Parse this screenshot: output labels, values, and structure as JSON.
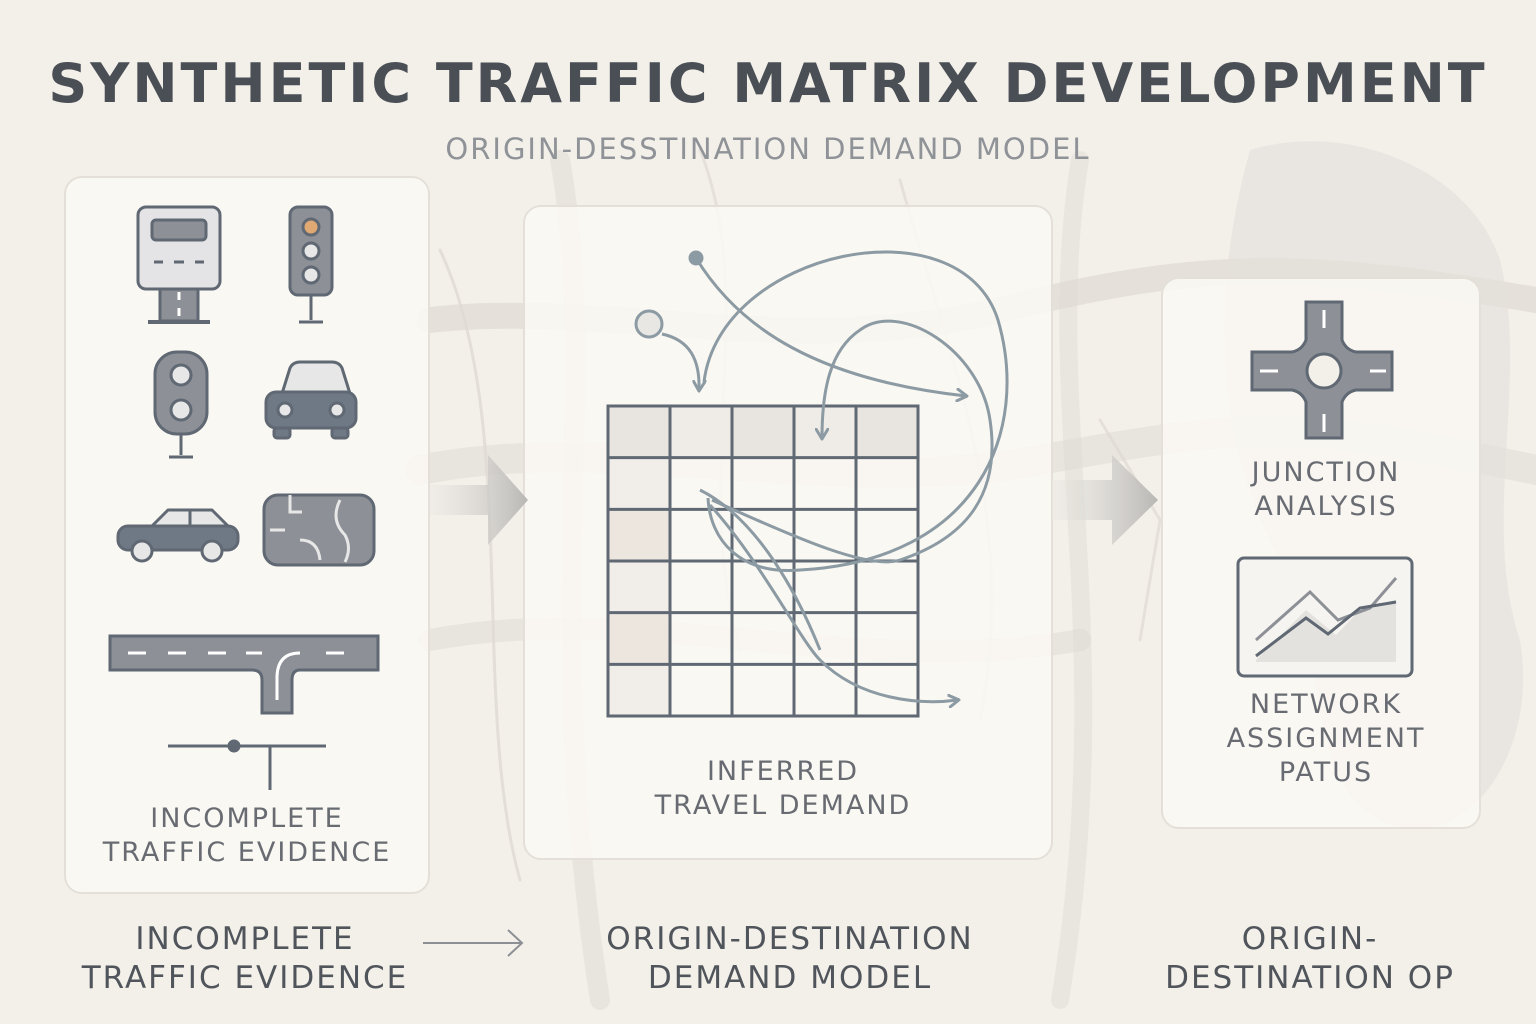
{
  "header": {
    "title": "SYNTHETIC TRAFFIC MATRIX DEVELOPMENT",
    "subtitle": "ORIGIN-DESSTINATION DEMAND MODEL"
  },
  "panels": {
    "left": {
      "label_line1": "INCOMPLETE",
      "label_line2": "TRAFFIC EVIDENCE",
      "icons": [
        "traffic-counter-icon",
        "traffic-light-icon",
        "signal-head-icon",
        "car-front-icon",
        "car-side-icon",
        "road-map-icon",
        "road-junction-icon",
        "sensor-line-icon"
      ]
    },
    "center": {
      "label_line1": "INFERRED",
      "label_line2": "TRAVEL DEMAND",
      "matrix": {
        "rows": 6,
        "cols": 5
      }
    },
    "right": {
      "junction_line1": "JUNCTION",
      "junction_line2": "ANALYSIS",
      "network_line1": "NETWORK",
      "network_line2": "ASSIGNMENT",
      "network_line3": "PATUS",
      "icons": [
        "roundabout-icon",
        "line-chart-icon"
      ]
    }
  },
  "footer": {
    "step1_line1": "INCOMPLETE",
    "step1_line2": "TRAFFIC EVIDENCE",
    "step2_line1": "ORIGIN-DESTINATION",
    "step2_line2": "DEMAND MODEL",
    "step3_line1": "ORIGIN-",
    "step3_line2": "DESTINATION OP"
  },
  "colors": {
    "background": "#f3f0ea",
    "icon_dark": "#5f6873",
    "icon_mid": "#8d9096",
    "flow_line": "#8c9aa3",
    "accent_amber": "#e0a872"
  }
}
